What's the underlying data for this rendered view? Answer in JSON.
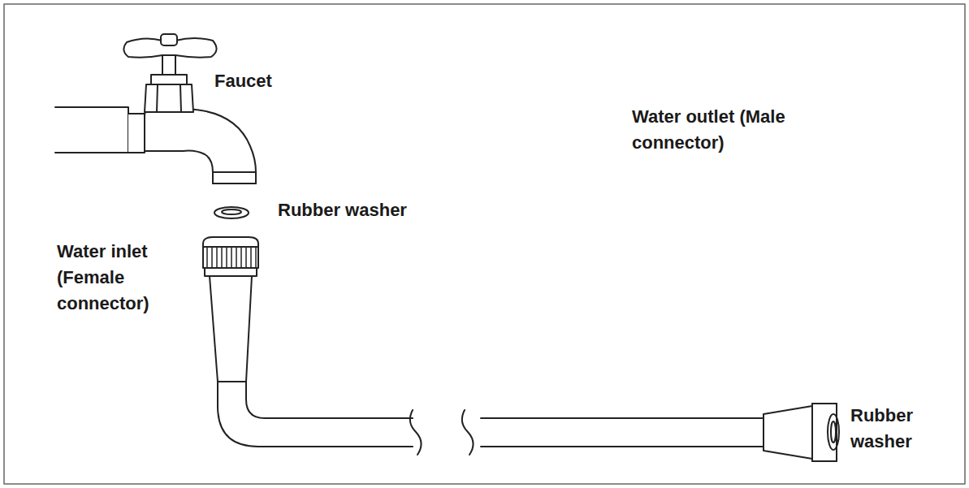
{
  "diagram": {
    "labels": [
      "Faucet",
      "Rubber washer",
      "Water inlet (Female connector)",
      "Water outlet (Male connector)",
      "Rubber washer"
    ]
  }
}
